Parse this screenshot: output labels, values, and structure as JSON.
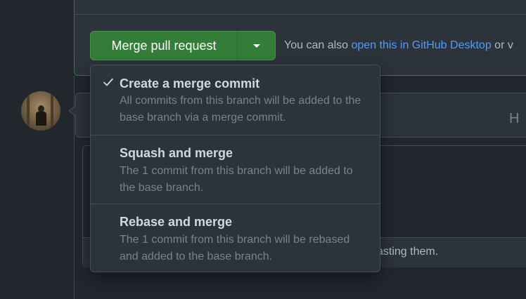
{
  "merge": {
    "button_label": "Merge pull request",
    "also_prefix": "You can also",
    "link_text": "open this in GitHub Desktop",
    "also_suffix": "or v"
  },
  "comment": {
    "header_letter": "H",
    "footer_text": "asting them."
  },
  "dropdown": {
    "items": [
      {
        "title": "Create a merge commit",
        "description": "All commits from this branch will be added to the base branch via a merge commit.",
        "selected": true
      },
      {
        "title": "Squash and merge",
        "description": "The 1 commit from this branch will be added to the base branch.",
        "selected": false
      },
      {
        "title": "Rebase and merge",
        "description": "The 1 commit from this branch will be rebased and added to the base branch.",
        "selected": false
      }
    ]
  },
  "colors": {
    "background": "#22272e",
    "panel": "#2d333b",
    "border": "#444c56",
    "merge_green": "#347d39",
    "link_blue": "#539bf5",
    "text_primary": "#cdd9e5",
    "text_muted": "#768390"
  },
  "icons": {
    "caret": "triangle-down-icon",
    "check": "check-icon",
    "avatar": "user-avatar"
  }
}
